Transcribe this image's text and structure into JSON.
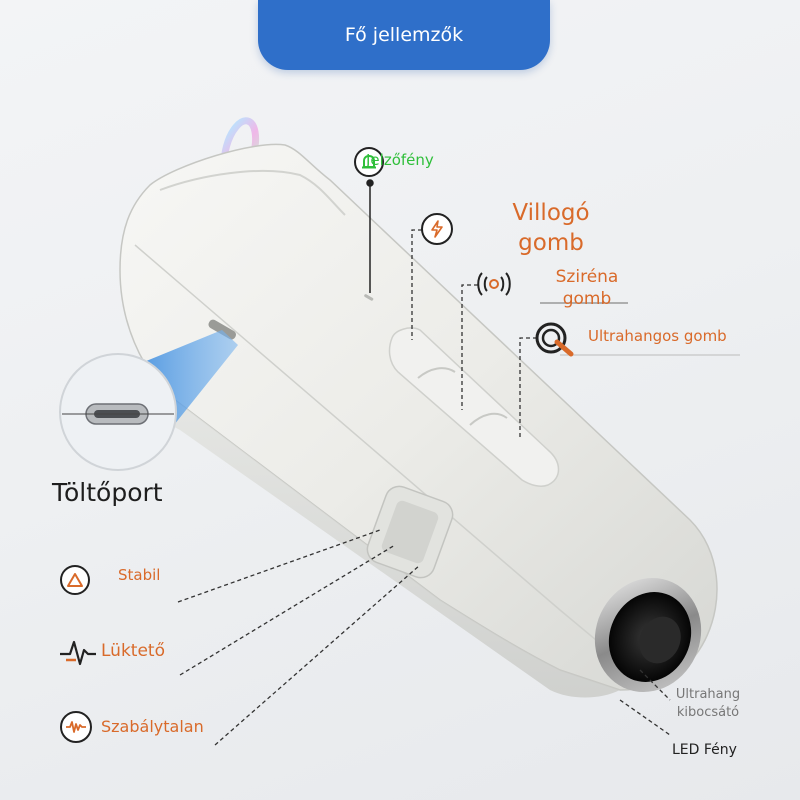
{
  "header": {
    "title": "Fő jellemzők"
  },
  "labels": {
    "indicator": "Jelzőfény",
    "flash_button": "Villogó gomb",
    "siren_button": "Sziréna gomb",
    "ultrasonic_button": "Ultrahangos gomb",
    "charging_port": "Töltőport",
    "stable": "Stabil",
    "pulsing": "Lüktető",
    "irregular": "Szabálytalan",
    "ultrasonic_emitter": "Ultrahang kibocsátó",
    "led_light": "LED Fény"
  },
  "colors": {
    "header_bg": "#2f6fc9",
    "accent_orange": "#d96a2a",
    "indicator_green": "#2fbf3a"
  }
}
